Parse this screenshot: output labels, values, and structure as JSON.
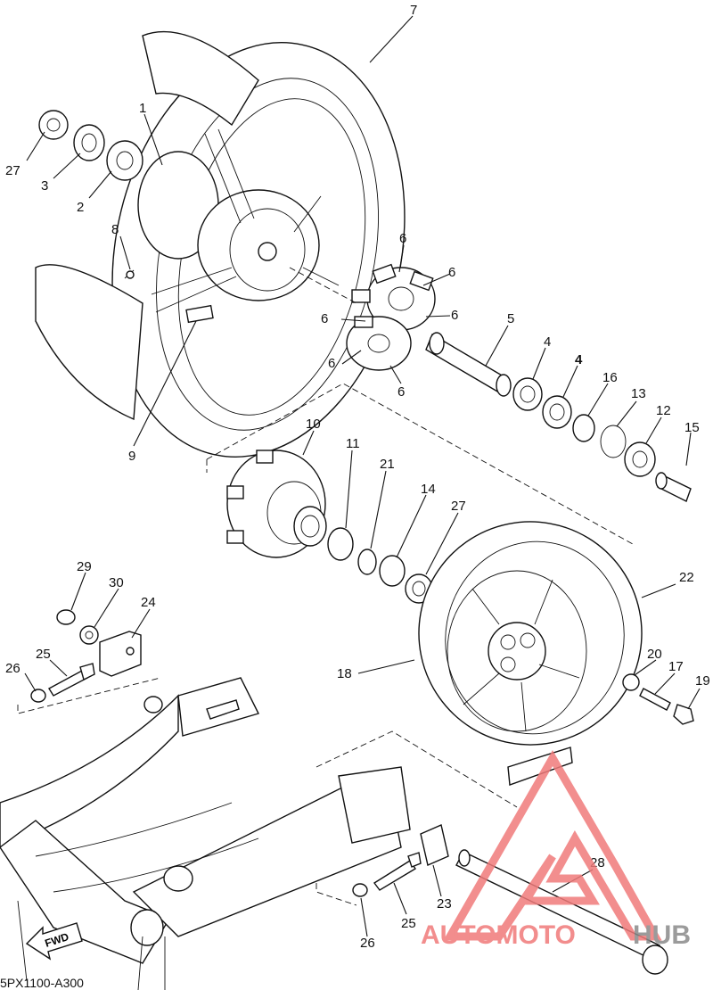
{
  "diagram": {
    "code": "5PX1100-A300",
    "fwd_label": "FWD",
    "callouts": {
      "p1": "1",
      "p2": "2",
      "p3": "3",
      "p4a": "4",
      "p4b": "4",
      "p5": "5",
      "p6a": "6",
      "p6b": "6",
      "p6c": "6",
      "p6d": "6",
      "p6e": "6",
      "p6f": "6",
      "p7": "7",
      "p8": "8",
      "p9": "9",
      "p10": "10",
      "p11": "11",
      "p12": "12",
      "p13": "13",
      "p14": "14",
      "p15": "15",
      "p16": "16",
      "p17": "17",
      "p18": "18",
      "p19": "19",
      "p20": "20",
      "p21": "21",
      "p22": "22",
      "p23": "23",
      "p24": "24",
      "p25a": "25",
      "p25b": "25",
      "p26a": "26",
      "p26b": "26",
      "p27a": "27",
      "p27b": "27",
      "p28": "28",
      "p29": "29",
      "p30": "30"
    }
  },
  "watermark": {
    "brand_part1": "AUTOMOTO",
    "brand_part2": "HUB",
    "color_primary": "#f07a7a",
    "color_secondary": "#8a8a8a"
  }
}
